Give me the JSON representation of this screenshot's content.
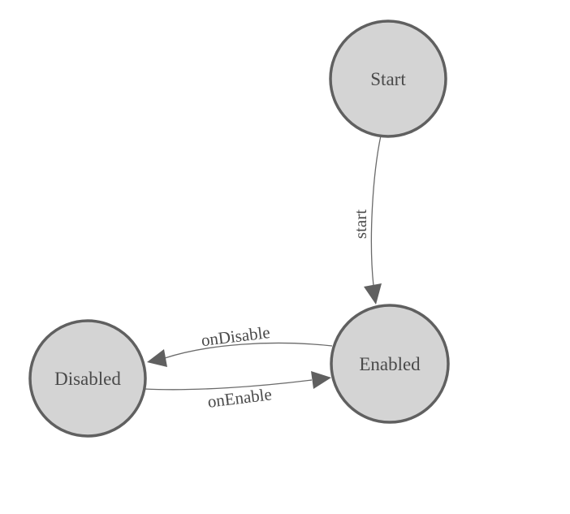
{
  "diagram": {
    "type": "state-machine",
    "colors": {
      "background": "#ffffff",
      "node_fill": "#d4d4d4",
      "node_stroke": "#606060",
      "edge_line": "#6a6a6a",
      "arrowhead": "#606060",
      "label_text": "#4a4a4a"
    },
    "nodes": [
      {
        "id": "start",
        "label": "Start"
      },
      {
        "id": "enabled",
        "label": "Enabled"
      },
      {
        "id": "disabled",
        "label": "Disabled"
      }
    ],
    "edges": [
      {
        "id": "start-to-enabled",
        "from": "Start",
        "to": "Enabled",
        "label": "start"
      },
      {
        "id": "enabled-to-disabled",
        "from": "Enabled",
        "to": "Disabled",
        "label": "onDisable"
      },
      {
        "id": "disabled-to-enabled",
        "from": "Disabled",
        "to": "Enabled",
        "label": "onEnable"
      }
    ]
  }
}
